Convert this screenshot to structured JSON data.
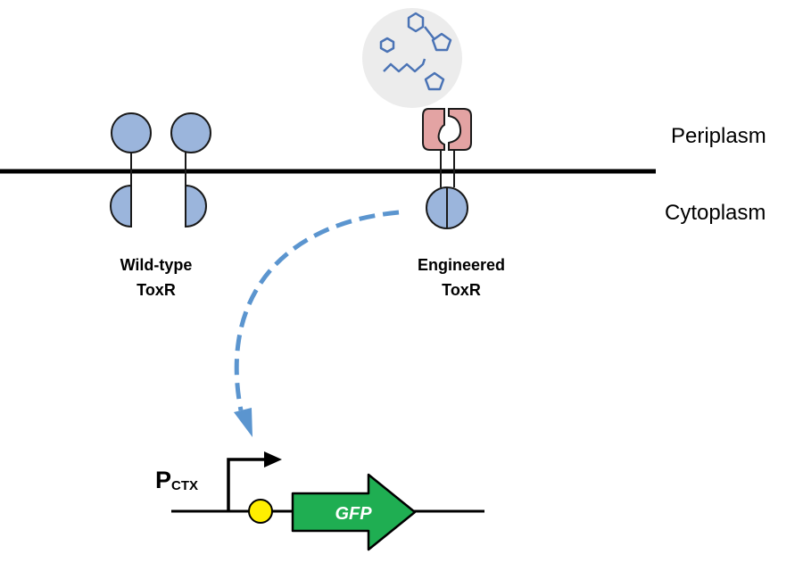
{
  "labels": {
    "periplasm": "Periplasm",
    "cytoplasm": "Cytoplasm",
    "wildtype_line1": "Wild-type",
    "wildtype_line2": "ToxR",
    "engineered_line1": "Engineered",
    "engineered_line2": "ToxR",
    "promoter_main": "P",
    "promoter_sub": "CTX",
    "gene": "GFP"
  },
  "colors": {
    "membrane": "#000000",
    "receptor_fill": "#9bb5dc",
    "receptor_stroke": "#1a1a1a",
    "binding_domain_fill": "#e3a3a3",
    "ligand_stroke": "#4a73b5",
    "ligand_bubble": "#ececec",
    "signal_arrow": "#5b95cf",
    "operator_site": "#ffee00",
    "gfp_gene": "#1fae52"
  },
  "icons": {
    "ligand_cloud": "ligand-molecules-icon",
    "promoter_arrow": "transcription-start-arrow-icon",
    "gene_arrow": "gene-arrow-icon"
  }
}
